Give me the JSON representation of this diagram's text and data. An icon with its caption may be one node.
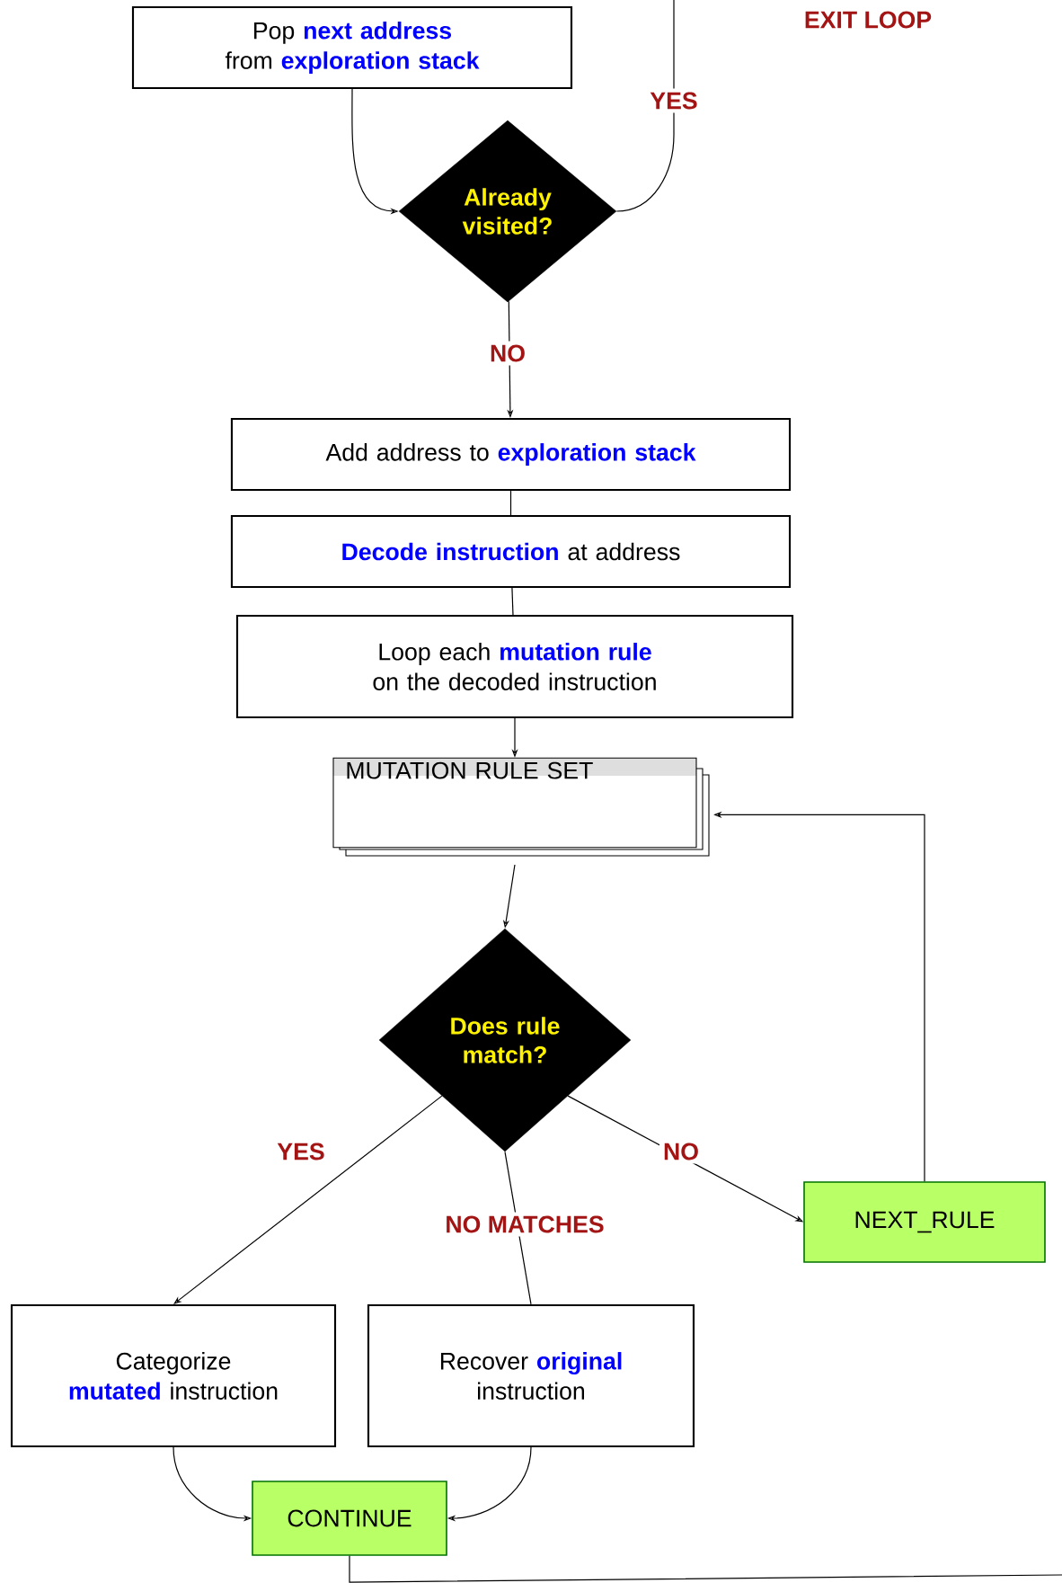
{
  "diagram": {
    "nodes": [
      {
        "text": [
          "Pop **next address** from **exploration stack**"
        ]
      },
      {
        "text": [
          "Already visited?"
        ]
      },
      {
        "text": [
          "Add address to **exploration stack**"
        ]
      },
      {
        "text": [
          "**Decode instruction** at address"
        ]
      },
      {
        "text": [
          "Loop each **mutation rule** on the decoded instruction"
        ]
      },
      {
        "text": [
          "MUTATION RULE SET"
        ]
      },
      {
        "text": [
          "Does rule match?"
        ]
      },
      {
        "text": [
          "NEXT_RULE"
        ]
      },
      {
        "text": [
          "Categorize **mutated** instruction"
        ]
      },
      {
        "text": [
          "Recover **original** instruction"
        ]
      },
      {
        "text": [
          "CONTINUE"
        ]
      }
    ],
    "edges": [
      {
        "from": 0,
        "to": 1,
        "arrow": "to"
      },
      {
        "from": 1,
        "to": null,
        "arrow": "none",
        "label": "YES"
      },
      {
        "from": 1,
        "to": 2,
        "arrow": "to",
        "label": "NO"
      },
      {
        "from": 2,
        "to": 3,
        "arrow": "none"
      },
      {
        "from": 3,
        "to": 4,
        "arrow": "none"
      },
      {
        "from": 4,
        "to": 5,
        "arrow": "to"
      },
      {
        "from": 5,
        "to": 6,
        "arrow": "to"
      },
      {
        "from": 6,
        "to": 8,
        "arrow": "to",
        "label": "YES"
      },
      {
        "from": 6,
        "to": 7,
        "arrow": "to",
        "label": "NO"
      },
      {
        "from": 7,
        "to": 5,
        "arrow": "to"
      },
      {
        "from": 6,
        "to": 9,
        "arrow": "none",
        "label": "NO MATCHES"
      },
      {
        "from": 8,
        "to": 10,
        "arrow": "to"
      },
      {
        "from": 9,
        "to": 10,
        "arrow": "to"
      },
      {
        "from": 10,
        "to": null,
        "arrow": "none"
      }
    ],
    "labels": [
      "EXIT LOOP"
    ]
  }
}
